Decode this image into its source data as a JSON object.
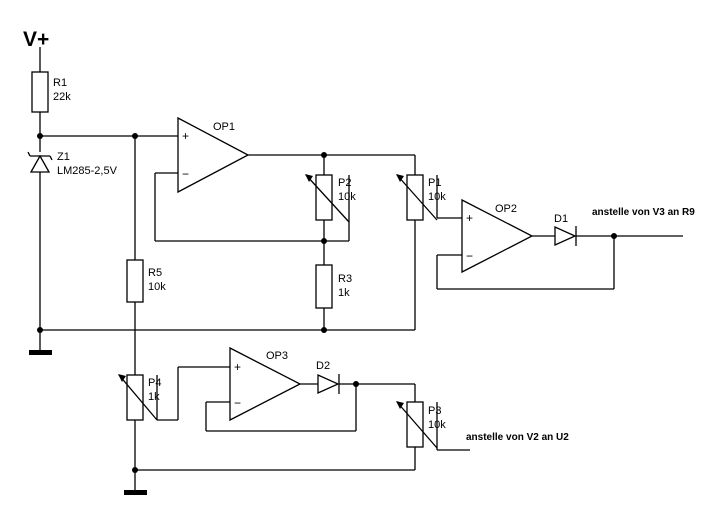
{
  "supply": {
    "label": "V+"
  },
  "components": {
    "R1": {
      "ref": "R1",
      "value": "22k"
    },
    "Z1": {
      "ref": "Z1",
      "value": "LM285-2,5V"
    },
    "R5": {
      "ref": "R5",
      "value": "10k"
    },
    "P4": {
      "ref": "P4",
      "value": "1k"
    },
    "OP1": {
      "ref": "OP1"
    },
    "P2": {
      "ref": "P2",
      "value": "10k"
    },
    "R3": {
      "ref": "R3",
      "value": "1k"
    },
    "P1": {
      "ref": "P1",
      "value": "10k"
    },
    "OP2": {
      "ref": "OP2"
    },
    "D1": {
      "ref": "D1"
    },
    "OP3": {
      "ref": "OP3"
    },
    "D2": {
      "ref": "D2"
    },
    "P3": {
      "ref": "P3",
      "value": "10k"
    }
  },
  "pins": {
    "plus": "+",
    "minus": "−"
  },
  "outputs": {
    "out1": "anstelle von V3 an R9",
    "out2": "anstelle von V2 an U2"
  }
}
